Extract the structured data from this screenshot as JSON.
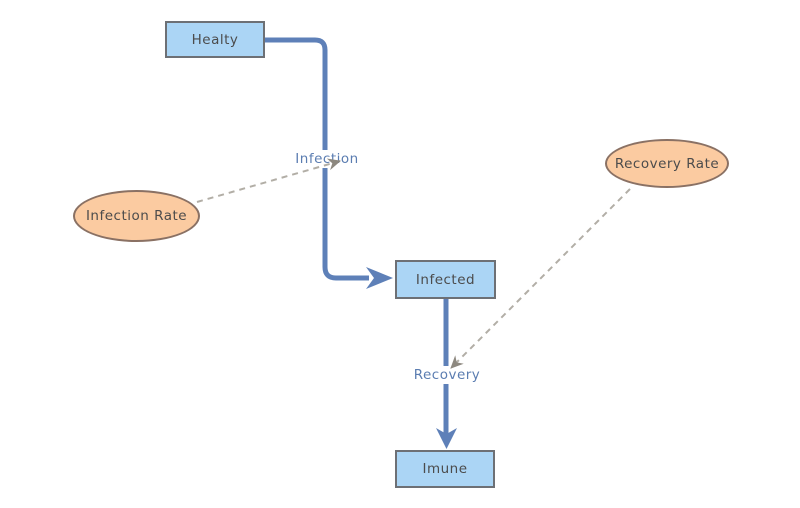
{
  "diagram": {
    "type": "stock-and-flow-model",
    "nodes": [
      {
        "id": "healthy",
        "label": "Healty"
      },
      {
        "id": "infected",
        "label": "Infected"
      },
      {
        "id": "immune",
        "label": "Imune"
      }
    ],
    "variables": [
      {
        "id": "infection-rate",
        "label": "Infection Rate"
      },
      {
        "id": "recovery-rate",
        "label": "Recovery Rate"
      }
    ],
    "flows": [
      {
        "id": "infection",
        "label": "Infection",
        "from": "Healty",
        "to": "Infected"
      },
      {
        "id": "recovery",
        "label": "Recovery",
        "from": "Infected",
        "to": "Imune"
      }
    ],
    "influences": [
      {
        "from": "Infection Rate",
        "to": "Infection"
      },
      {
        "from": "Recovery Rate",
        "to": "Recovery"
      }
    ],
    "colors": {
      "background": "#ffffff",
      "node_fill": "#abd5f5",
      "node_border": "#6d7075",
      "node_text": "#4c4c4c",
      "variable_fill": "#fbcba1",
      "variable_border": "#8a7164",
      "flow_line": "#5e80b8",
      "flow_label": "#5b7db1",
      "influence_dash": "#b2aea6",
      "influence_arrowhead": "#8d887f"
    }
  }
}
